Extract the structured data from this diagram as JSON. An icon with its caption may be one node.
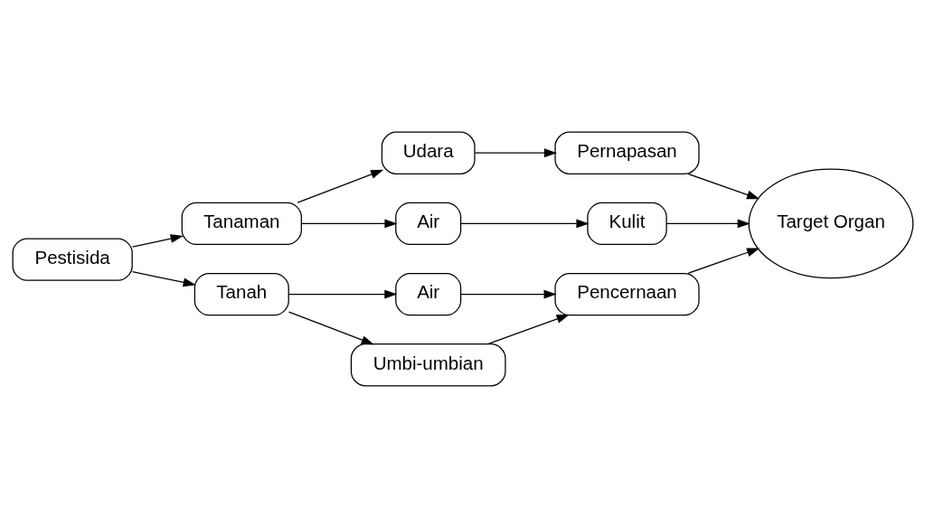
{
  "diagram": {
    "nodes": [
      {
        "text": [
          "Pestisida"
        ]
      },
      {
        "text": [
          "Tanaman"
        ]
      },
      {
        "text": [
          "Udara"
        ]
      },
      {
        "text": [
          "Pernapasan"
        ]
      },
      {
        "text": [
          "Air"
        ]
      },
      {
        "text": [
          "Kulit"
        ]
      },
      {
        "text": [
          "Target Organ"
        ]
      },
      {
        "text": [
          "Air"
        ]
      },
      {
        "text": [
          "Tanah"
        ]
      },
      {
        "text": [
          "Pencernaan"
        ]
      },
      {
        "text": [
          "Umbi-umbian"
        ]
      }
    ],
    "edges": [
      {
        "from": 0,
        "to": 1,
        "arrow": "to"
      },
      {
        "from": 0,
        "to": 8,
        "arrow": "to"
      },
      {
        "from": 1,
        "to": 2,
        "arrow": "to"
      },
      {
        "from": 1,
        "to": 4,
        "arrow": "to"
      },
      {
        "from": 2,
        "to": 3,
        "arrow": "to"
      },
      {
        "from": 4,
        "to": 5,
        "arrow": "to"
      },
      {
        "from": 3,
        "to": 6,
        "arrow": "to"
      },
      {
        "from": 5,
        "to": 6,
        "arrow": "to"
      },
      {
        "from": 8,
        "to": 7,
        "arrow": "to"
      },
      {
        "from": 8,
        "to": 10,
        "arrow": "to"
      },
      {
        "from": 7,
        "to": 9,
        "arrow": "to"
      },
      {
        "from": 10,
        "to": 9,
        "arrow": "to"
      },
      {
        "from": 9,
        "to": 6,
        "arrow": "to"
      }
    ]
  }
}
